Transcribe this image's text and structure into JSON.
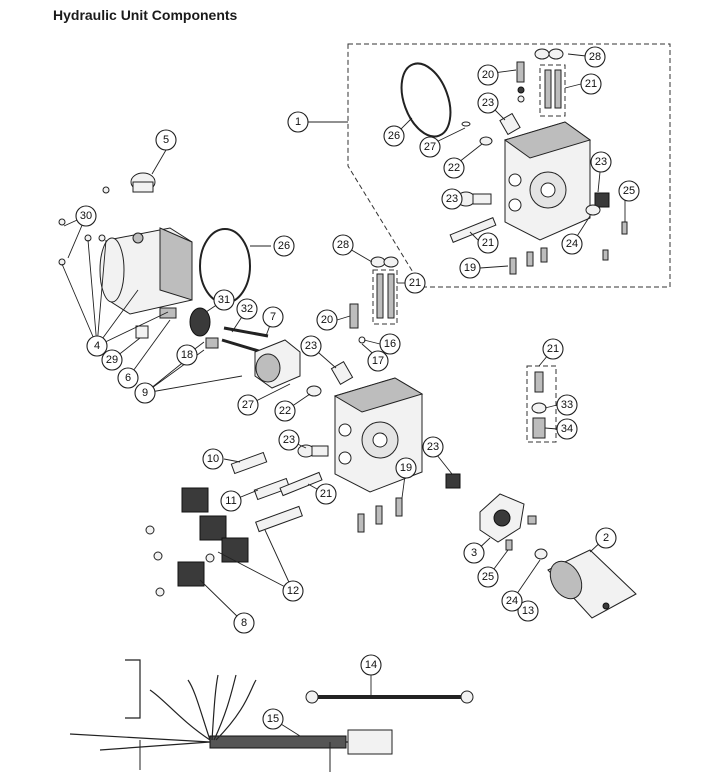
{
  "title": "Hydraulic Unit Components",
  "callouts": [
    {
      "id": "c1",
      "label": "1"
    },
    {
      "id": "c2",
      "label": "2"
    },
    {
      "id": "c3",
      "label": "3"
    },
    {
      "id": "c4",
      "label": "4"
    },
    {
      "id": "c5",
      "label": "5"
    },
    {
      "id": "c6",
      "label": "6"
    },
    {
      "id": "c7",
      "label": "7"
    },
    {
      "id": "c8",
      "label": "8"
    },
    {
      "id": "c9",
      "label": "9"
    },
    {
      "id": "c10",
      "label": "10"
    },
    {
      "id": "c11",
      "label": "11"
    },
    {
      "id": "c12",
      "label": "12"
    },
    {
      "id": "c13",
      "label": "13"
    },
    {
      "id": "c14",
      "label": "14"
    },
    {
      "id": "c15",
      "label": "15"
    },
    {
      "id": "c16",
      "label": "16"
    },
    {
      "id": "c17",
      "label": "17"
    },
    {
      "id": "c18",
      "label": "18"
    },
    {
      "id": "c19a",
      "label": "19"
    },
    {
      "id": "c19b",
      "label": "19"
    },
    {
      "id": "c20a",
      "label": "20"
    },
    {
      "id": "c20b",
      "label": "20"
    },
    {
      "id": "c21a",
      "label": "21"
    },
    {
      "id": "c21b",
      "label": "21"
    },
    {
      "id": "c21c",
      "label": "21"
    },
    {
      "id": "c21d",
      "label": "21"
    },
    {
      "id": "c21e",
      "label": "21"
    },
    {
      "id": "c22a",
      "label": "22"
    },
    {
      "id": "c22b",
      "label": "22"
    },
    {
      "id": "c23a",
      "label": "23"
    },
    {
      "id": "c23b",
      "label": "23"
    },
    {
      "id": "c23c",
      "label": "23"
    },
    {
      "id": "c23d",
      "label": "23"
    },
    {
      "id": "c23e",
      "label": "23"
    },
    {
      "id": "c23f",
      "label": "23"
    },
    {
      "id": "c24a",
      "label": "24"
    },
    {
      "id": "c24b",
      "label": "24"
    },
    {
      "id": "c25a",
      "label": "25"
    },
    {
      "id": "c25b",
      "label": "25"
    },
    {
      "id": "c26a",
      "label": "26"
    },
    {
      "id": "c26b",
      "label": "26"
    },
    {
      "id": "c27a",
      "label": "27"
    },
    {
      "id": "c27b",
      "label": "27"
    },
    {
      "id": "c28a",
      "label": "28"
    },
    {
      "id": "c28b",
      "label": "28"
    },
    {
      "id": "c29",
      "label": "29"
    },
    {
      "id": "c30",
      "label": "30"
    },
    {
      "id": "c31",
      "label": "31"
    },
    {
      "id": "c32",
      "label": "32"
    },
    {
      "id": "c33",
      "label": "33"
    },
    {
      "id": "c34",
      "label": "34"
    }
  ]
}
